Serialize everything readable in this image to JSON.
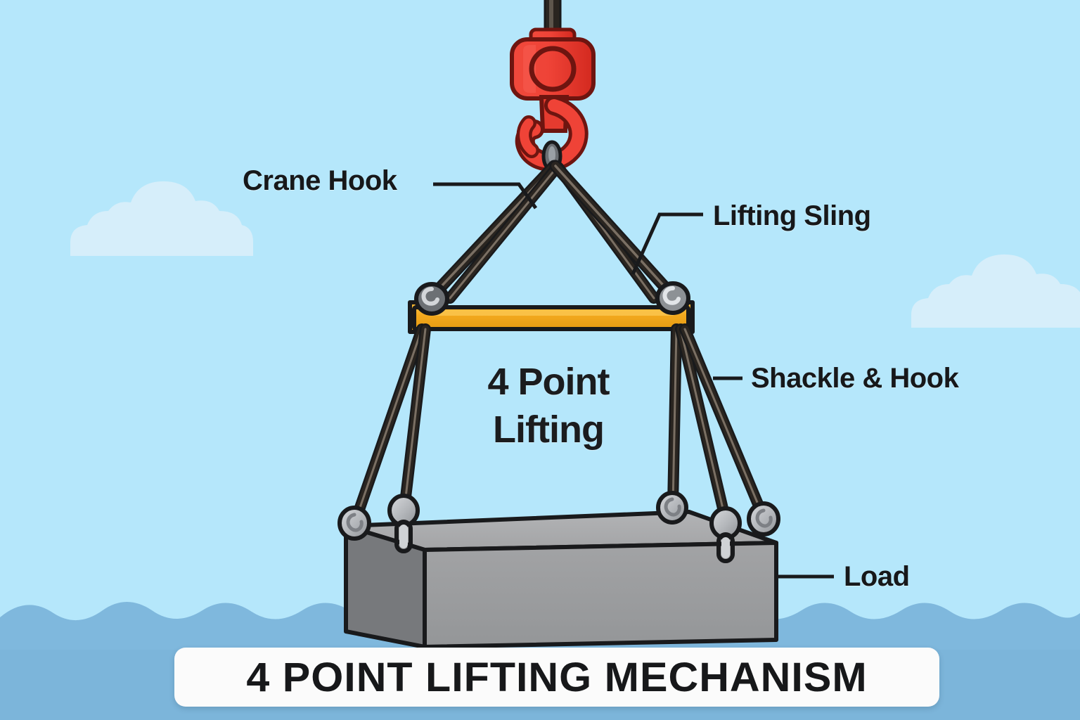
{
  "scene": {
    "title_banner": {
      "text": "4 POINT LIFTING MECHANISM"
    },
    "center_caption": {
      "line1": "4 Point",
      "line2": "Lifting"
    },
    "colors": {
      "sky": "#b5e7fb",
      "cloud": "#d6eefa",
      "water": "#7fb8dd",
      "water_dark": "#6fa9d2",
      "hook_red": "#eb3b30",
      "hook_red_dark": "#6e1510",
      "hook_red_light": "#f4564a",
      "beam_orange": "#f2a81d",
      "beam_orange_light": "#fbc34a",
      "sling_dark": "#2a2520",
      "sling_highlight": "#7a6f63",
      "shackle_gray": "#b9bcc0",
      "load_top": "#a9aaac",
      "load_front": "#9b9c9e",
      "load_side": "#77797c",
      "outline": "#191a1c",
      "banner_bg": "#fbfbfb",
      "label_text": "#17181a"
    },
    "labels": [
      {
        "id": "crane-hook",
        "text": "Crane Hook"
      },
      {
        "id": "lifting-sling",
        "text": "Lifting Sling"
      },
      {
        "id": "shackle-hook",
        "text": "Shackle & Hook"
      },
      {
        "id": "load",
        "text": "Load"
      }
    ],
    "parts": [
      {
        "name": "crane-hook",
        "kind": "hook"
      },
      {
        "name": "lifting-sling",
        "kind": "sling",
        "count": 4
      },
      {
        "name": "spreader-beam",
        "kind": "beam"
      },
      {
        "name": "shackle",
        "kind": "shackle",
        "count": 8
      },
      {
        "name": "load-block",
        "kind": "box"
      },
      {
        "name": "water",
        "kind": "background"
      },
      {
        "name": "cloud",
        "kind": "background",
        "count": 2
      }
    ]
  }
}
